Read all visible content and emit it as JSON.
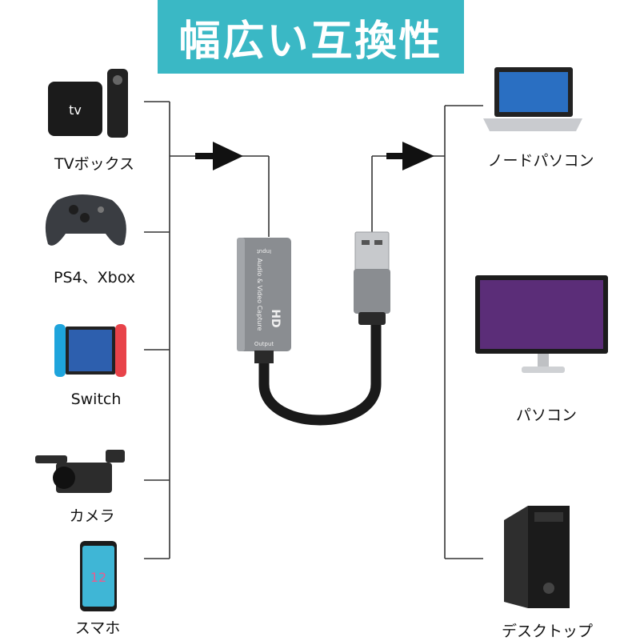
{
  "banner": {
    "title": "幅広い互換性"
  },
  "colors": {
    "banner": "#3ab8c5",
    "line": "#333333",
    "arrow": "#111111",
    "adapter": "#8a8d91"
  },
  "sources": [
    {
      "label": "TVボックス",
      "icon": "apple-tv-icon"
    },
    {
      "label": "PS4、Xbox",
      "icon": "game-controller-icon"
    },
    {
      "label": "Switch",
      "icon": "nintendo-switch-icon"
    },
    {
      "label": "カメラ",
      "icon": "video-camera-icon"
    },
    {
      "label": "スマホ",
      "icon": "smartphone-icon"
    }
  ],
  "targets": [
    {
      "label": "ノードパソコン",
      "icon": "laptop-icon"
    },
    {
      "label": "パソコン",
      "icon": "monitor-icon"
    },
    {
      "label": "デスクトップ",
      "icon": "desktop-tower-icon"
    }
  ],
  "adapter": {
    "input_label": "Input",
    "output_label": "Output",
    "product_text": "Audio & Video Capture",
    "logo_text": "HD"
  }
}
